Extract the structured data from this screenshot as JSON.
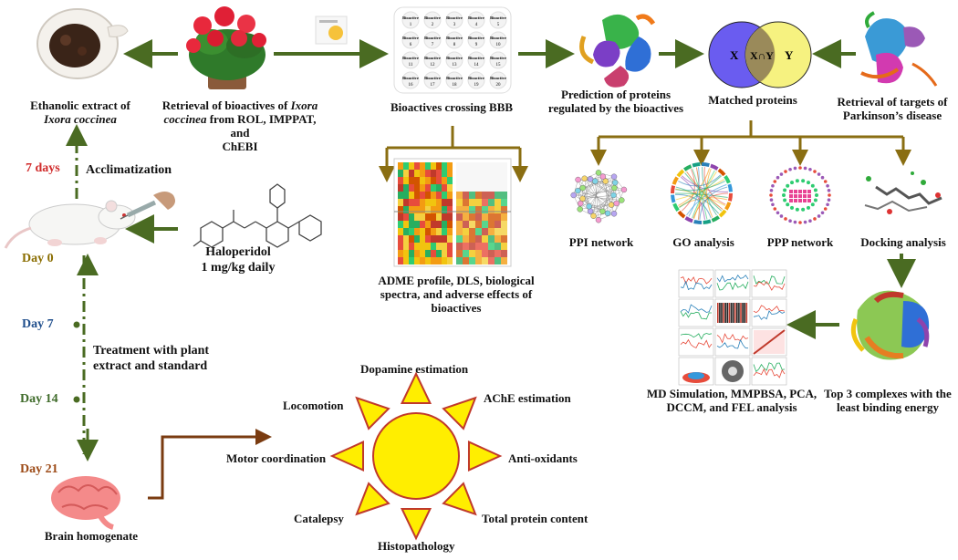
{
  "labels": {
    "extract": {
      "line1": "Ethanolic extract of",
      "line2_italic": "Ixora coccinea"
    },
    "retrieval_bioactives": {
      "pre": "Retrieval of bioactives of ",
      "italic": "Ixora",
      "line2_italic": "coccinea",
      "line2_rest": " from ROL, IMPPAT, and",
      "line3": "ChEBI"
    },
    "bbb": "Bioactives crossing BBB",
    "prediction": {
      "line1": "Prediction of proteins",
      "line2": "regulated by the bioactives"
    },
    "matched": "Matched proteins",
    "targets": {
      "line1": "Retrieval of targets of",
      "line2": "Parkinson’s disease"
    },
    "adme": {
      "line1": "ADME profile, DLS, biological",
      "line2": "spectra, and adverse effects of",
      "line3": "bioactives"
    },
    "ppi": "PPI network",
    "go": "GO analysis",
    "ppp": "PPP network",
    "docking": "Docking analysis",
    "md": {
      "line1": "MD Simulation, MMPBSA, PCA,",
      "line2": "DCCM, and FEL analysis"
    },
    "top3": {
      "line1": "Top 3 complexes with the",
      "line2": "least binding energy"
    },
    "acclimatization": "Acclimatization",
    "haloperidol": {
      "line1": "Haloperidol",
      "line2": "1 mg/kg daily"
    },
    "treatment": {
      "line1": "Treatment with plant",
      "line2": "extract and standard"
    },
    "brain": "Brain homogenate"
  },
  "days": {
    "d7days": "7 days",
    "d0": "Day 0",
    "d7": "Day 7",
    "d14": "Day 14",
    "d21": "Day 21"
  },
  "venn": {
    "left": "X",
    "middle": "X∩Y",
    "right": "Y"
  },
  "bioactive_grid": {
    "header": "Bioactive",
    "numbers": [
      "1",
      "2",
      "3",
      "4",
      "5",
      "6",
      "7",
      "8",
      "9",
      "10",
      "11",
      "12",
      "13",
      "14",
      "15",
      "16",
      "17",
      "18",
      "19",
      "20"
    ]
  },
  "sun_items": {
    "dopamine": "Dopamine estimation",
    "ache": "AChE estimation",
    "antiox": "Anti-oxidants",
    "protein": "Total protein content",
    "histo": "Histopathology",
    "catalepsy": "Catalepsy",
    "motor": "Motor coordination",
    "locomotion": "Locomotion"
  },
  "colors": {
    "arrow_green": "#4a6b22",
    "arrow_olive": "#8a6e12",
    "arrow_brown": "#7a3b10",
    "day_red": "#d02a2a",
    "day_olive": "#8a6d00",
    "day_blue": "#1f4e8c",
    "day_green": "#3f6b2a",
    "day_brown": "#9c4a16",
    "sun_fill": "#ffee00",
    "sun_stroke": "#c0392b",
    "venn_left": "#6a5cf0",
    "venn_right": "#f5f06a"
  }
}
